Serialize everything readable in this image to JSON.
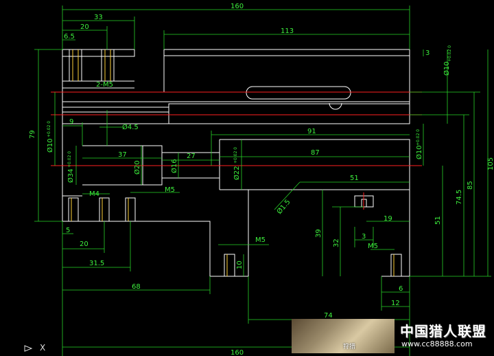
{
  "dimensions": {
    "overall_width_top": "160",
    "overall_width_bottom": "160",
    "d33": "33",
    "d20_top": "20",
    "d6_5": "6.5",
    "d113": "113",
    "d3_right": "3",
    "d79": "79",
    "d9": "9",
    "phi4_5": "Ø4.5",
    "d91": "91",
    "d87": "87",
    "d37": "37",
    "d27": "27",
    "phi20": "Ø20",
    "phi16": "Ø16",
    "phi22": "Ø22",
    "phi34": "Ø34",
    "phi10_left": "Ø10",
    "phi10_right_top": "Ø10",
    "phi10_right_mid": "Ø10",
    "d51_h": "51",
    "phi1_5": "Ø1.5",
    "d19": "19",
    "d3_small": "3",
    "m5_top": "2-M5",
    "m4": "M4",
    "m5_mid": "M5",
    "m5_low": "M5",
    "m5_right": "M5",
    "d5": "5",
    "d20_low": "20",
    "d31_5": "31.5",
    "d68": "68",
    "d39": "39",
    "d32": "32",
    "d10": "10",
    "d6": "6",
    "d12": "12",
    "d74": "74",
    "d51_v": "51",
    "d74_5": "74.5",
    "d85": "85",
    "d105": "105"
  },
  "tolerances": {
    "phi10_left": "+0.02 0",
    "phi34": "+0.02 0",
    "phi22": "+0.02 0",
    "phi10_right_top": "+0.02 0",
    "phi10_right_mid": "+0.02 0"
  },
  "watermark": {
    "site_name": "中国猎人联盟",
    "url": "www.cc88888.com",
    "photo_label": "狩猎"
  },
  "ucs": "X",
  "colors": {
    "background": "#000000",
    "outline": "#ffffff",
    "dimension": "#27d427",
    "centerline": "#ff2020",
    "thread": "#ffd23a"
  }
}
